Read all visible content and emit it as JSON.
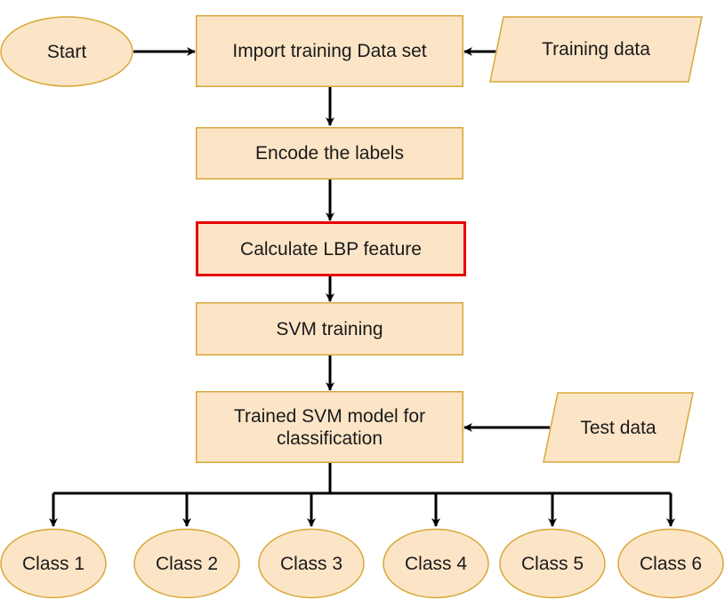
{
  "colors": {
    "fill": "#fce5c7",
    "stroke": "#d8a838",
    "highlight": "#e60000",
    "edge": "#000000"
  },
  "nodes": {
    "start": {
      "label": "Start"
    },
    "import": {
      "label": "Import training Data set"
    },
    "training_data": {
      "label": "Training data"
    },
    "encode": {
      "label": "Encode the labels"
    },
    "lbp": {
      "label": "Calculate LBP feature"
    },
    "svm_training": {
      "label": "SVM training"
    },
    "trained_model": {
      "label": "Trained SVM model for classification"
    },
    "test_data": {
      "label": "Test data"
    },
    "classes": [
      {
        "label": "Class 1"
      },
      {
        "label": "Class 2"
      },
      {
        "label": "Class 3"
      },
      {
        "label": "Class 4"
      },
      {
        "label": "Class 5"
      },
      {
        "label": "Class 6"
      }
    ]
  }
}
